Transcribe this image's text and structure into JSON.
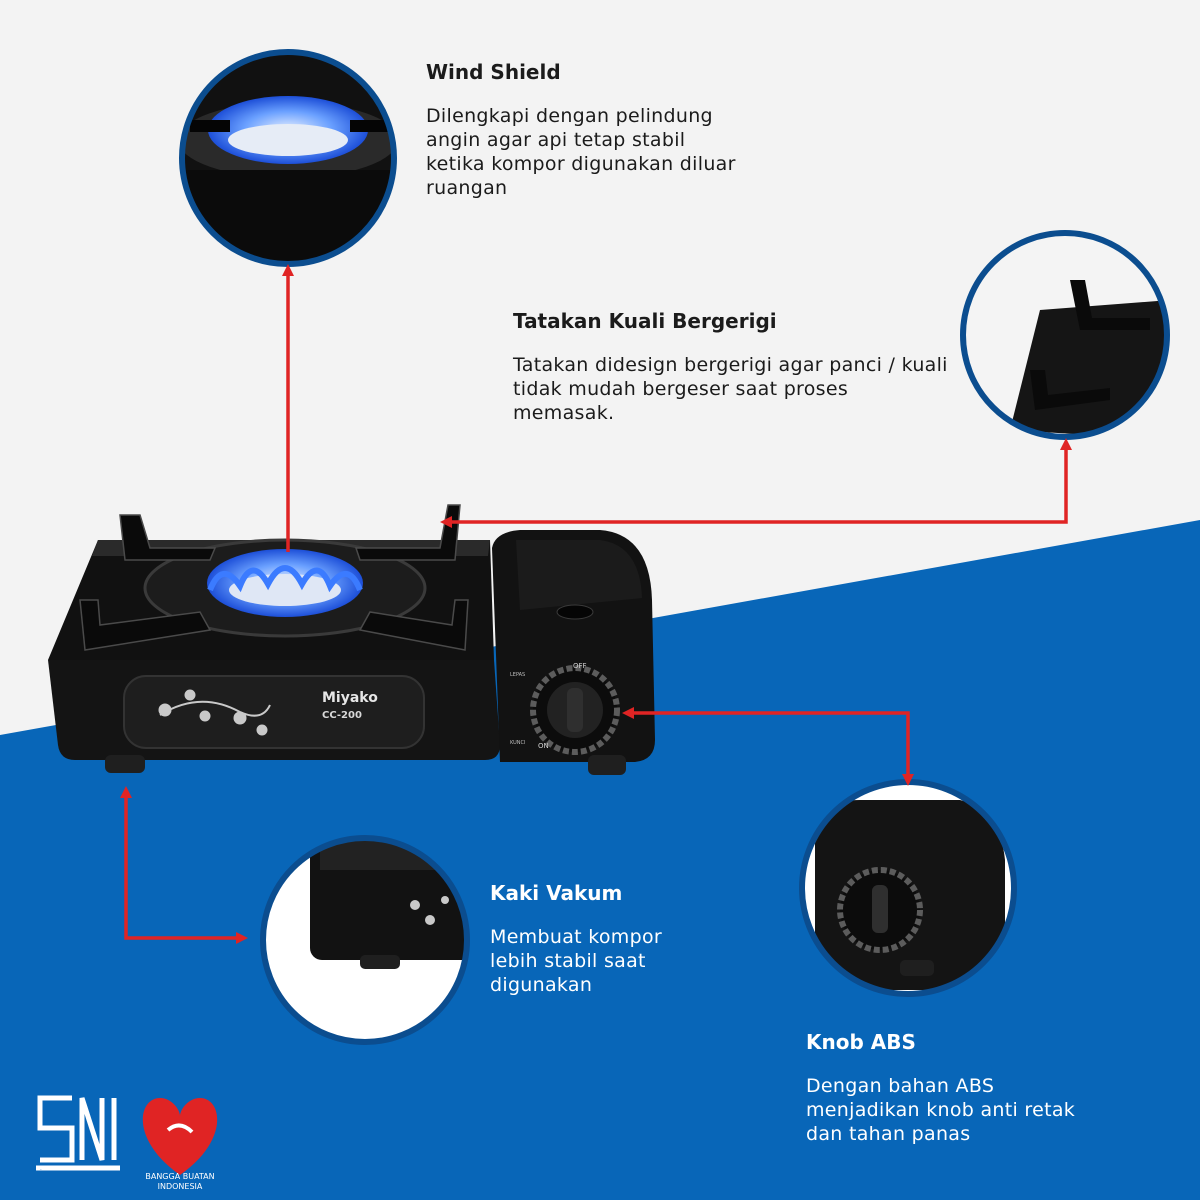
{
  "colors": {
    "background_light": "#f3f3f3",
    "background_blue": "#0866b8",
    "ring_blue": "#0b4d8f",
    "arrow_red": "#e02424",
    "flame_blue": "#2c6bff",
    "stove_black": "#141414"
  },
  "callouts": {
    "wind_shield": {
      "title": "Wind Shield",
      "body": "Dilengkapi dengan pelindung angin agar api tetap stabil ketika kompor digunakan diluar ruangan"
    },
    "tatakan": {
      "title": "Tatakan Kuali Bergerigi",
      "body": "Tatakan didesign bergerigi agar panci / kuali tidak mudah bergeser saat proses memasak."
    },
    "kaki_vakum": {
      "title": "Kaki Vakum",
      "body": "Membuat kompor lebih stabil saat digunakan"
    },
    "knob_abs": {
      "title": "Knob ABS",
      "body": "Dengan bahan ABS menjadikan knob anti retak dan tahan panas"
    }
  },
  "product": {
    "brand": "Miyako",
    "model": "CC-200",
    "knob_off": "OFF",
    "knob_on": "ON",
    "lock_lepas": "LEPAS",
    "lock_kunci": "KUNCI"
  },
  "logos": {
    "sni": "SNI",
    "bangga": "BANGGA BUATAN INDONESIA"
  },
  "icons": [
    "sni-logo-icon",
    "bangga-buatan-indonesia-heart-icon",
    "flame-icon",
    "flower-decoration-icon"
  ]
}
